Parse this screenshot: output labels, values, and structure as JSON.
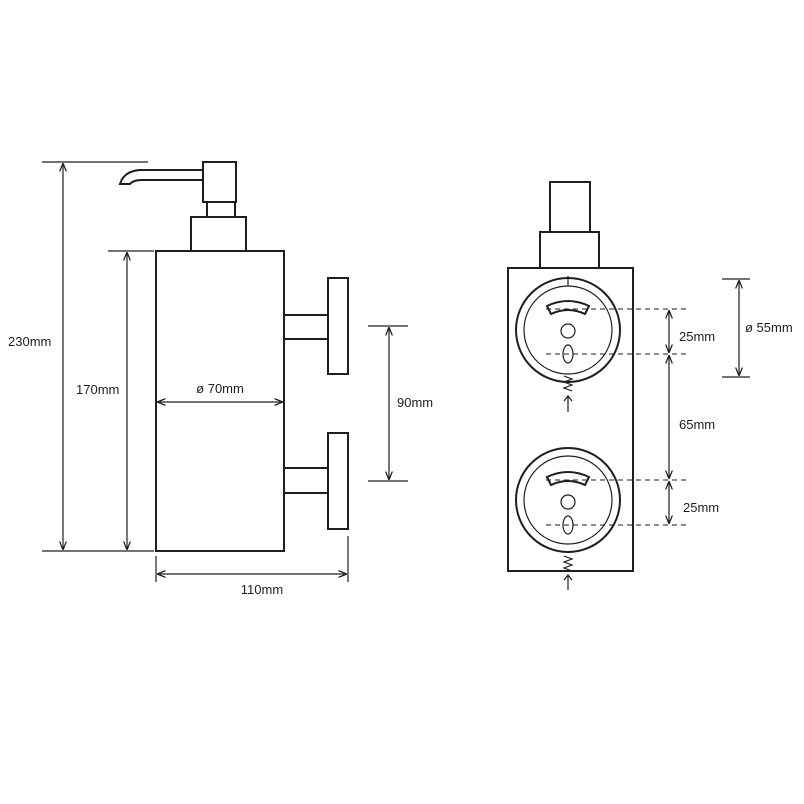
{
  "side_view": {
    "height_total": "230mm",
    "height_body": "170mm",
    "diameter": "ø 70mm",
    "bracket_spacing": "90mm",
    "depth": "110mm"
  },
  "back_view": {
    "plate_diameter": "ø 55mm",
    "slot_spacing_top": "25mm",
    "plate_spacing": "65mm",
    "slot_spacing_bottom": "25mm"
  },
  "colors": {
    "line": "#1e1e1e",
    "background": "#ffffff"
  }
}
